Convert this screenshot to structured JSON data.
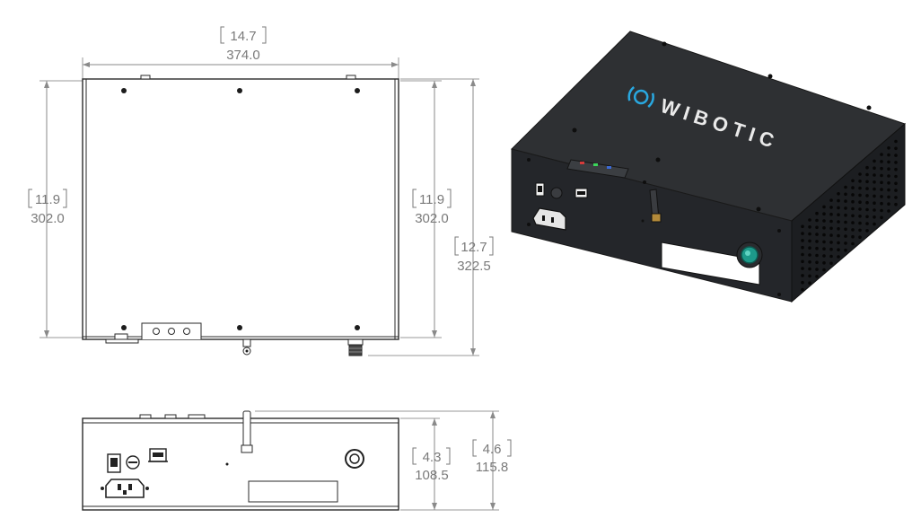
{
  "top_view": {
    "width": {
      "inch": "14.7",
      "mm": "374.0"
    },
    "depth": {
      "inch": "11.9",
      "mm": "302.0"
    },
    "depth_right": {
      "inch": "11.9",
      "mm": "302.0"
    },
    "depth_overall": {
      "inch": "12.7",
      "mm": "322.5"
    }
  },
  "front_view": {
    "height": {
      "inch": "4.3",
      "mm": "108.5"
    },
    "height_overall": {
      "inch": "4.6",
      "mm": "115.8"
    }
  },
  "product": {
    "brand": "WIBOTIC",
    "brand_color": "#29a8e0",
    "body_color": "#2b2d30",
    "connector_color": "#1d9a8a"
  }
}
